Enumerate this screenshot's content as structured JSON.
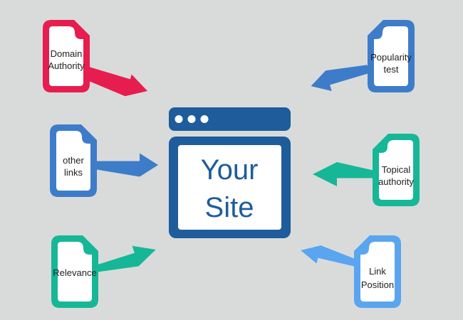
{
  "background_color": "#d9dbda",
  "label_color": "#1f1f1f",
  "page_fill": "#ffffff",
  "center": {
    "window_color": "#1e5c9c",
    "content_bg": "#ffffff",
    "dot_color": "#ffffff",
    "title_line1": "Your",
    "title_line2": "Site",
    "title_color": "#1e5c9c"
  },
  "nodes": [
    {
      "id": "domain-authority",
      "line1": "Domain",
      "line2": "Authority",
      "color": "#e71d4f",
      "position": "top-left"
    },
    {
      "id": "other-links",
      "line1": "other",
      "line2": "links",
      "color": "#3d7cc9",
      "position": "middle-left"
    },
    {
      "id": "relevance",
      "line1": "Relevance",
      "line2": "",
      "color": "#16b797",
      "position": "bottom-left"
    },
    {
      "id": "popularity-test",
      "line1": "Popularity",
      "line2": "test",
      "color": "#3d7cc9",
      "position": "top-right"
    },
    {
      "id": "topical-authority",
      "line1": "Topical",
      "line2": "authority",
      "color": "#16b797",
      "position": "middle-right"
    },
    {
      "id": "link-position",
      "line1": "Link",
      "line2": "Position",
      "color": "#5aa5ef",
      "position": "bottom-right"
    }
  ]
}
